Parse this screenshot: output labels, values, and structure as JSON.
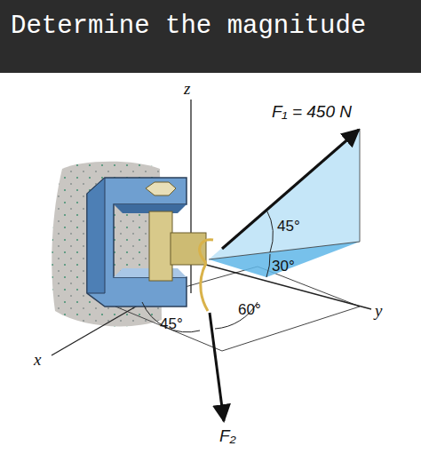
{
  "diagram": {
    "title": "Determine the magnitude",
    "labels": [
      "z",
      "F₁ = 450 N",
      "45°",
      "30°",
      "y",
      "x",
      "45°",
      "60°",
      "F₂"
    ]
  }
}
